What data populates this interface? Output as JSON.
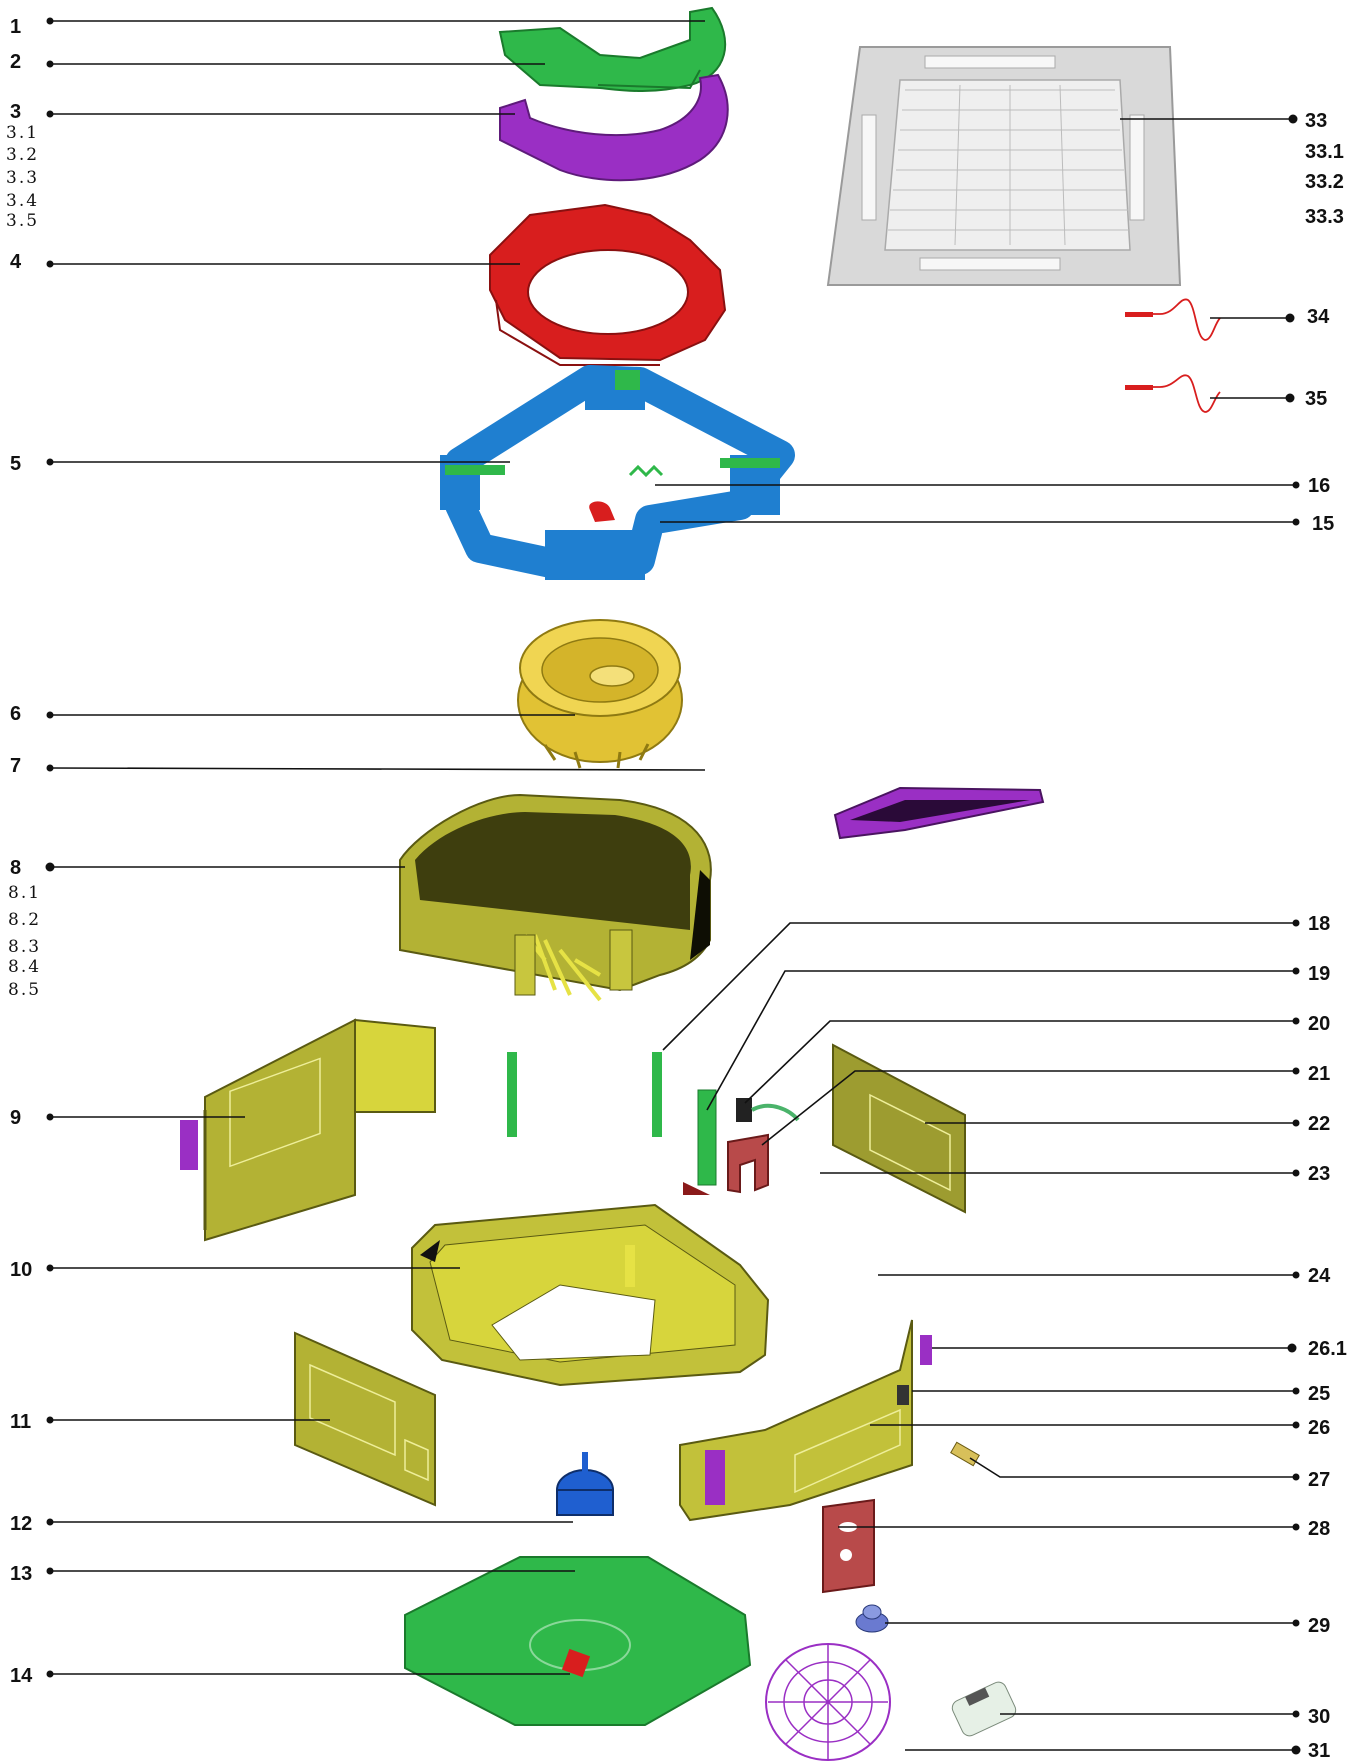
{
  "labels": {
    "p1": "1",
    "p2": "2",
    "p3": "3",
    "p4": "4",
    "p5": "5",
    "p6": "6",
    "p7": "7",
    "p8": "8",
    "p9": "9",
    "p10": "10",
    "p11": "11",
    "p12": "12",
    "p13": "13",
    "p14": "14",
    "p15": "15",
    "p16": "16",
    "p18": "18",
    "p19": "19",
    "p20": "20",
    "p21": "21",
    "p22": "22",
    "p23": "23",
    "p24": "24",
    "p25": "25",
    "p26": "26",
    "p26_1": "26.1",
    "p27": "27",
    "p28": "28",
    "p29": "29",
    "p30": "30",
    "p31": "31",
    "p33": "33",
    "p33_1": "33.1",
    "p33_2": "33.2",
    "p33_3": "33.3",
    "p34": "34",
    "p35": "35"
  },
  "sublabels": {
    "s3_1": "3.1",
    "s3_2": "3.2",
    "s3_3": "3.3",
    "s3_4": "3.4",
    "s3_5": "3.5",
    "s8_1": "8.1",
    "s8_2": "8.2",
    "s8_3": "8.3",
    "s8_4": "8.4",
    "s8_5": "8.5"
  },
  "colors": {
    "green": "#2fb84a",
    "purple": "#9a2fc4",
    "red": "#d81e1e",
    "blue": "#1f7fd0",
    "yellow_fan": "#e1c234",
    "olive": "#b3b234",
    "dark_olive": "#3e3e0e",
    "panel_gray": "#d9d9d9",
    "plate_red": "#b84a4a"
  }
}
